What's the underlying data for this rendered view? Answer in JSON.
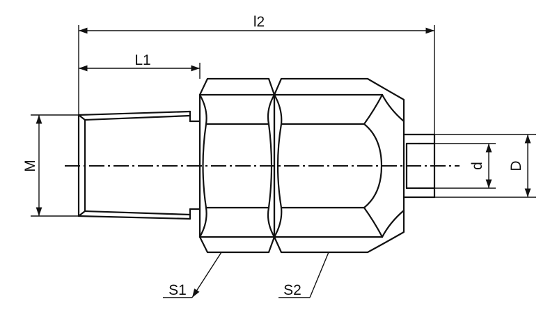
{
  "dimensions": {
    "l2": "l2",
    "l1": "L1",
    "m": "M",
    "d_small": "d",
    "d_large": "D",
    "s1": "S1",
    "s2": "S2"
  },
  "colors": {
    "line": "#111111",
    "background": "#ffffff"
  }
}
